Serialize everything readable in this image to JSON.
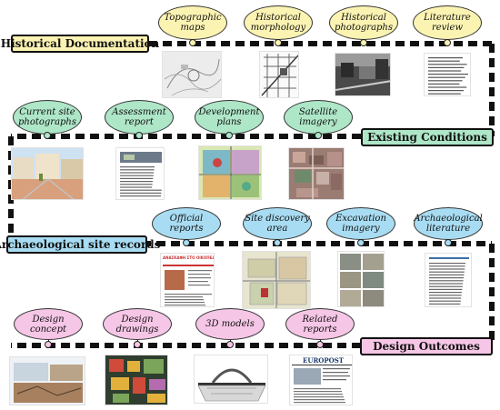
{
  "colors": {
    "historical": "#fbf3b2",
    "existing": "#aee6c8",
    "archaeological": "#a8dcf2",
    "design": "#f6c6e6"
  },
  "sections": [
    {
      "key": "historical",
      "title": "Historical Documentation",
      "items": [
        "Topographic\nmaps",
        "Historical\nmorphology",
        "Historical\nphotographs",
        "Literature\nreview"
      ]
    },
    {
      "key": "existing",
      "title": "Existing Conditions",
      "items": [
        "Current site\nphotographs",
        "Assessment\nreport",
        "Development\nplans",
        "Satellite\nimagery"
      ]
    },
    {
      "key": "archaeological",
      "title": "Archaeological site records",
      "items": [
        "Official\nreports",
        "Site discovery\narea",
        "Excavation\nimagery",
        "Archaeological\nliterature"
      ]
    },
    {
      "key": "design",
      "title": "Design Outcomes",
      "items": [
        "Design\nconcept",
        "Design\ndrawings",
        "3D models",
        "Related\nreports"
      ]
    }
  ],
  "thumb_text": {
    "report_heading": "ΑΝΑΣΚΑΦΗ ΣΤΟ ΟΙΚΟΠΕΔΟ",
    "newspaper_masthead": "EUROPOST"
  }
}
